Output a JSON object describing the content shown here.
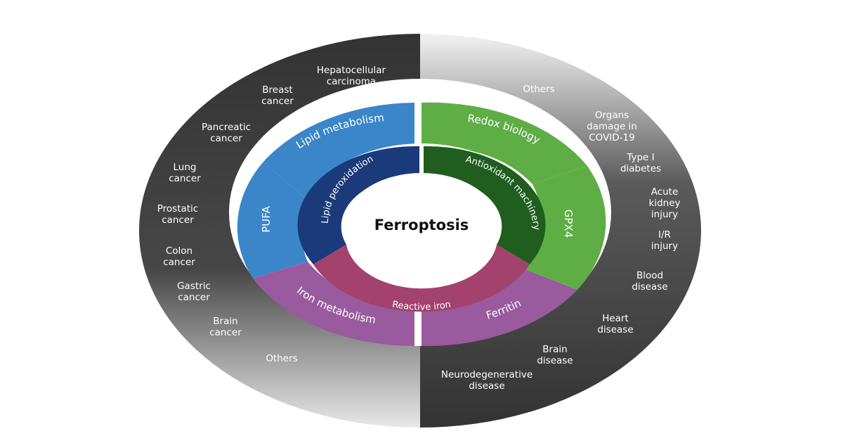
{
  "center": {
    "title": "Ferroptosis"
  },
  "inner_ring": {
    "lipid_peroxidation": "Lipid peroxidation",
    "antioxidant_machinery": "Antioxidant machinery",
    "reactive_iron": "Reactive iron"
  },
  "middle_ring": {
    "lipid_metabolism": "Lipid metabolism",
    "pufa": "PUFA",
    "redox_biology": "Redox biology",
    "gpx4": "GPX4",
    "iron_metabolism": "Iron metabolism",
    "ferritin": "Ferritin"
  },
  "cancers": [
    [
      "Hepatocellular",
      "carcinoma"
    ],
    [
      "Breast",
      "cancer"
    ],
    [
      "Pancreatic",
      "cancer"
    ],
    [
      "Lung",
      "cancer"
    ],
    [
      "Prostatic",
      "cancer"
    ],
    [
      "Colon",
      "cancer"
    ],
    [
      "Gastric",
      "cancer"
    ],
    [
      "Brain",
      "cancer"
    ],
    [
      "Others"
    ]
  ],
  "diseases": [
    [
      "Others"
    ],
    [
      "Organs",
      "damage in",
      "COVID-19"
    ],
    [
      "Type I",
      "diabetes"
    ],
    [
      "Acute",
      "kidney",
      "injury"
    ],
    [
      "I/R",
      "injury"
    ],
    [
      "Blood",
      "disease"
    ],
    [
      "Heart",
      "disease"
    ],
    [
      "Brain",
      "disease"
    ],
    [
      "Neurodegenerative",
      "disease"
    ]
  ],
  "colors": {
    "lipid_blue": "#3a86c8",
    "lipid_peroxidation_navy": "#1b3a7a",
    "redox_green": "#5eae45",
    "antioxidant_dark_green": "#1f5e1f",
    "iron_purple": "#9a5a9e",
    "reactive_iron_magenta": "#a2426d",
    "outer_dark": "#3c3c3c",
    "outer_light": "#d4d4d4"
  }
}
